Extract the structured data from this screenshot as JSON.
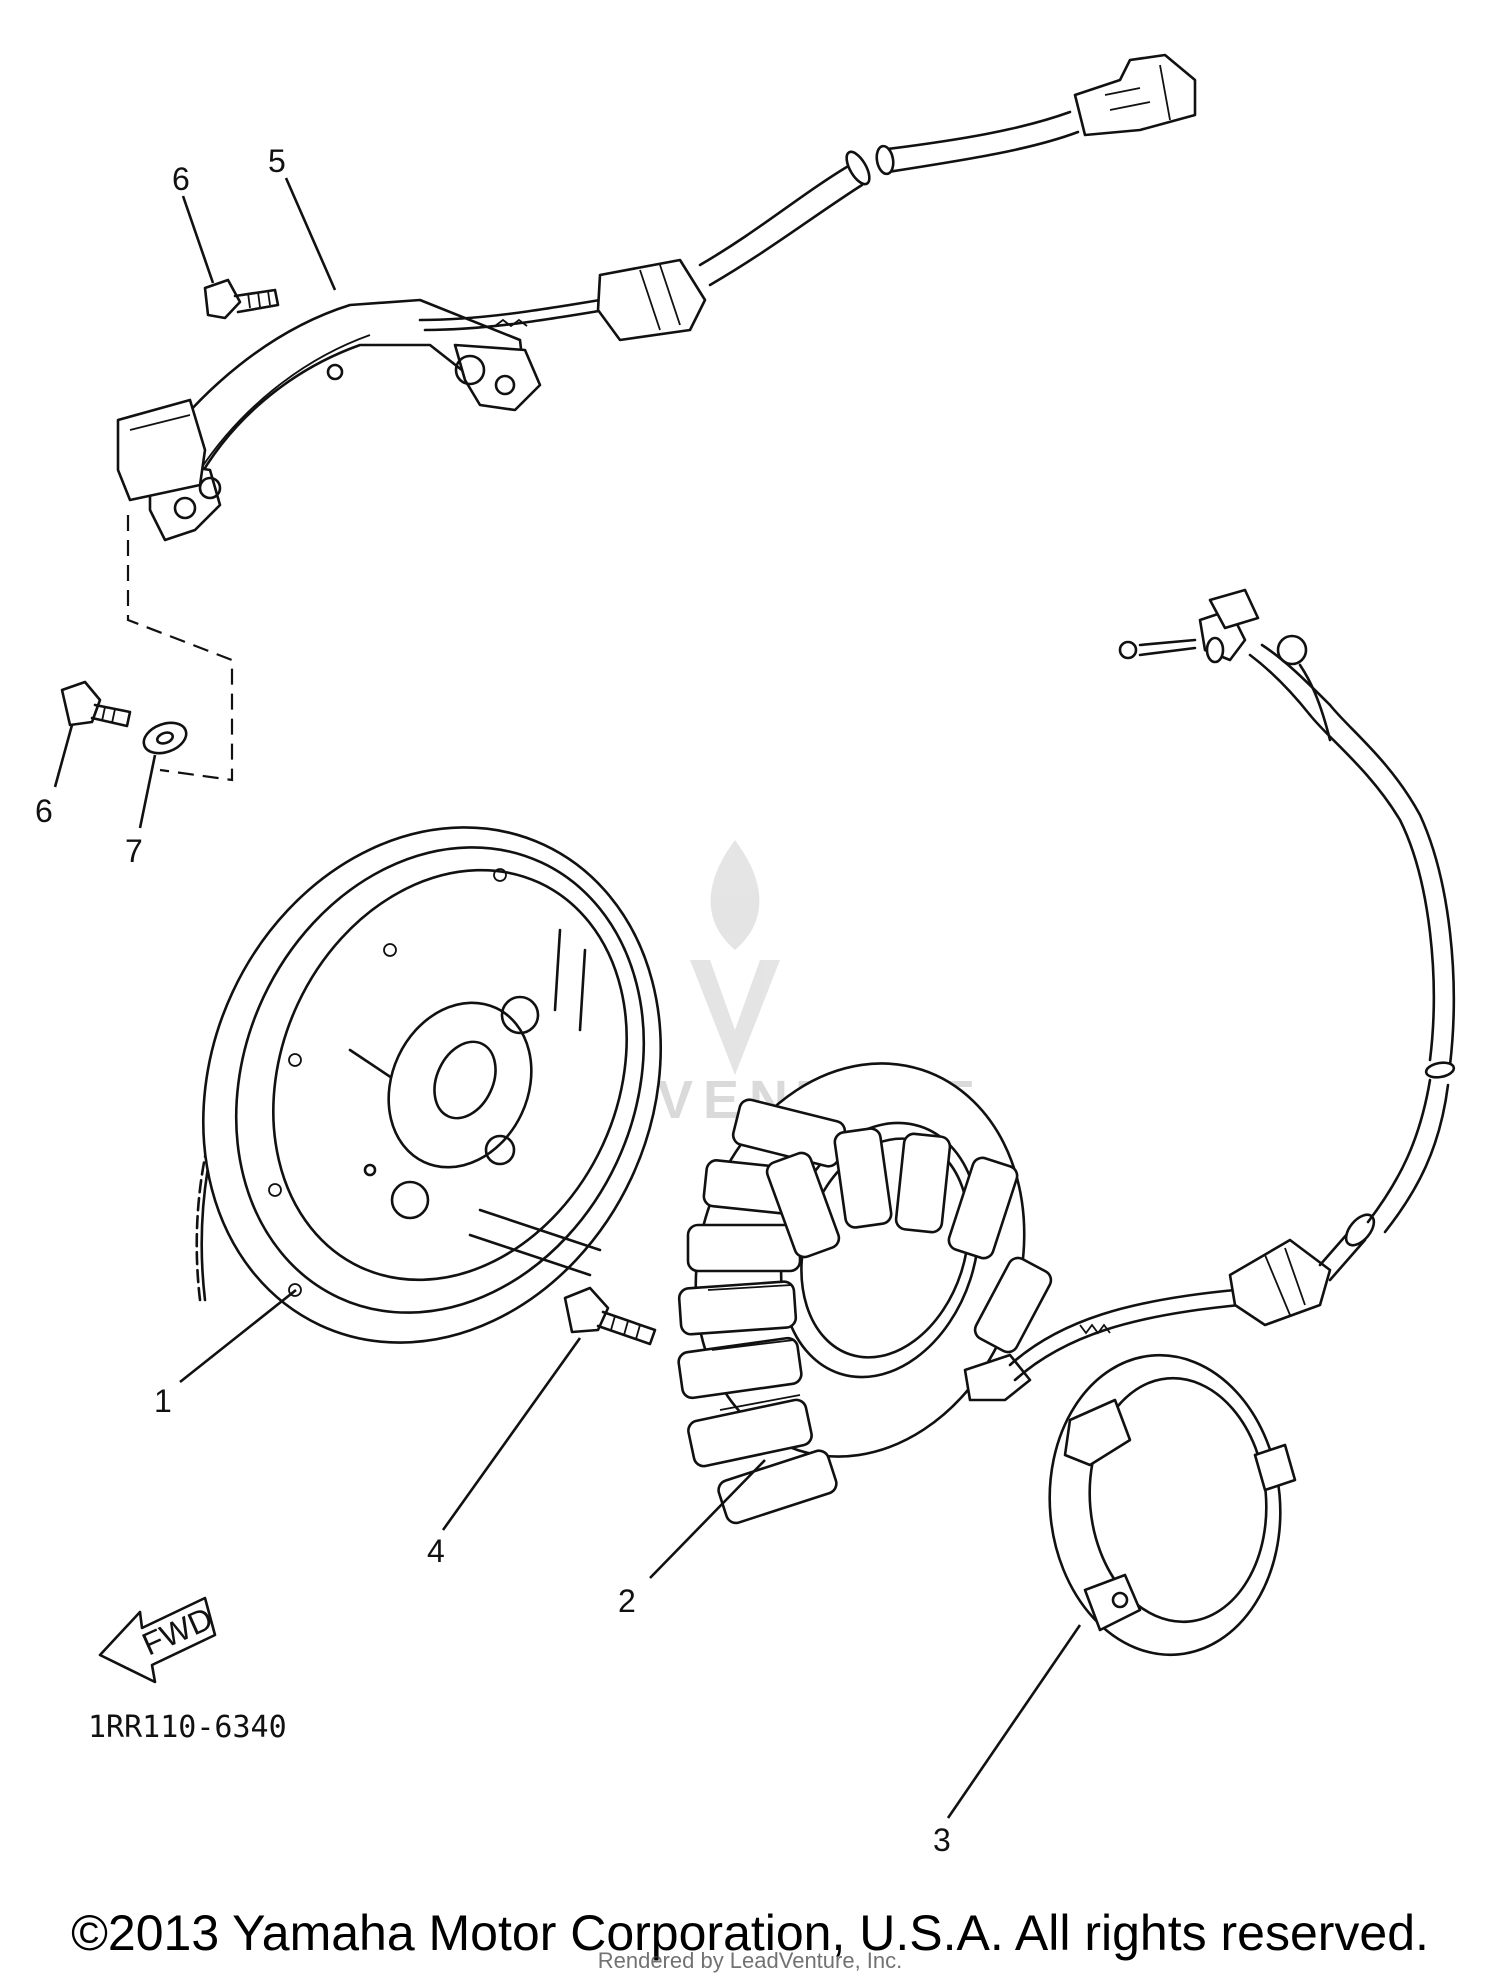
{
  "callouts": [
    {
      "id": "1",
      "text": "1"
    },
    {
      "id": "2",
      "text": "2"
    },
    {
      "id": "3",
      "text": "3"
    },
    {
      "id": "4",
      "text": "4"
    },
    {
      "id": "5",
      "text": "5"
    },
    {
      "id": "6a",
      "text": "6"
    },
    {
      "id": "6b",
      "text": "6"
    },
    {
      "id": "7",
      "text": "7"
    }
  ],
  "fwd_arrow_text": "FWD",
  "diagram_code": "1RR110-6340",
  "copyright": "©2013 Yamaha Motor Corporation, U.S.A. All rights reserved.",
  "rendered_by": "Rendered by LeadVenture, Inc.",
  "watermark_text": "LEADVENTURE",
  "colors": {
    "line": "#111111",
    "background": "#ffffff",
    "watermark": "#d6d6d6"
  }
}
